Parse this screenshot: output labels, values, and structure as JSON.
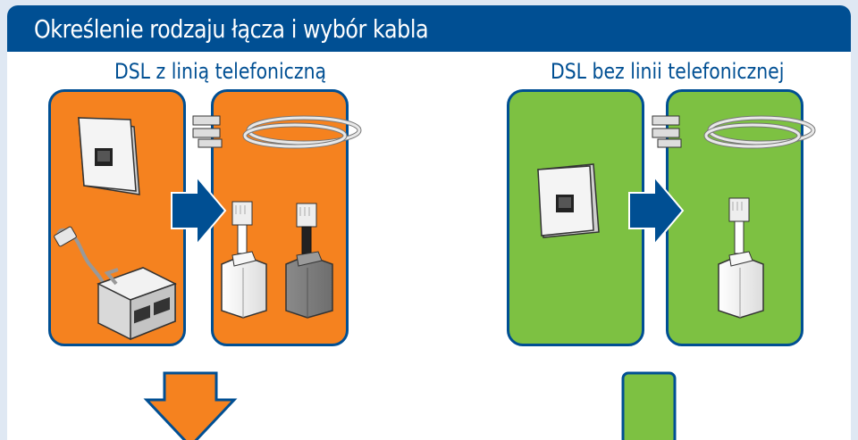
{
  "header": {
    "title": "Określenie rodzaju łącza i wybór kabla"
  },
  "columns": [
    {
      "title": "DSL z linią telefoniczną"
    },
    {
      "title": "DSL bez linii telefonicznej"
    }
  ],
  "colors": {
    "header_bg": "#004f93",
    "panel_orange": "#f5821f",
    "panel_green": "#7dc142",
    "arrow_blue": "#004f93"
  },
  "icons": [
    "phone-wall-socket-icon",
    "dsl-splitter-icon",
    "ethernet-cable-icon",
    "rj-cable-adapter-icon",
    "arrow-right-icon",
    "arrow-down-icon"
  ]
}
